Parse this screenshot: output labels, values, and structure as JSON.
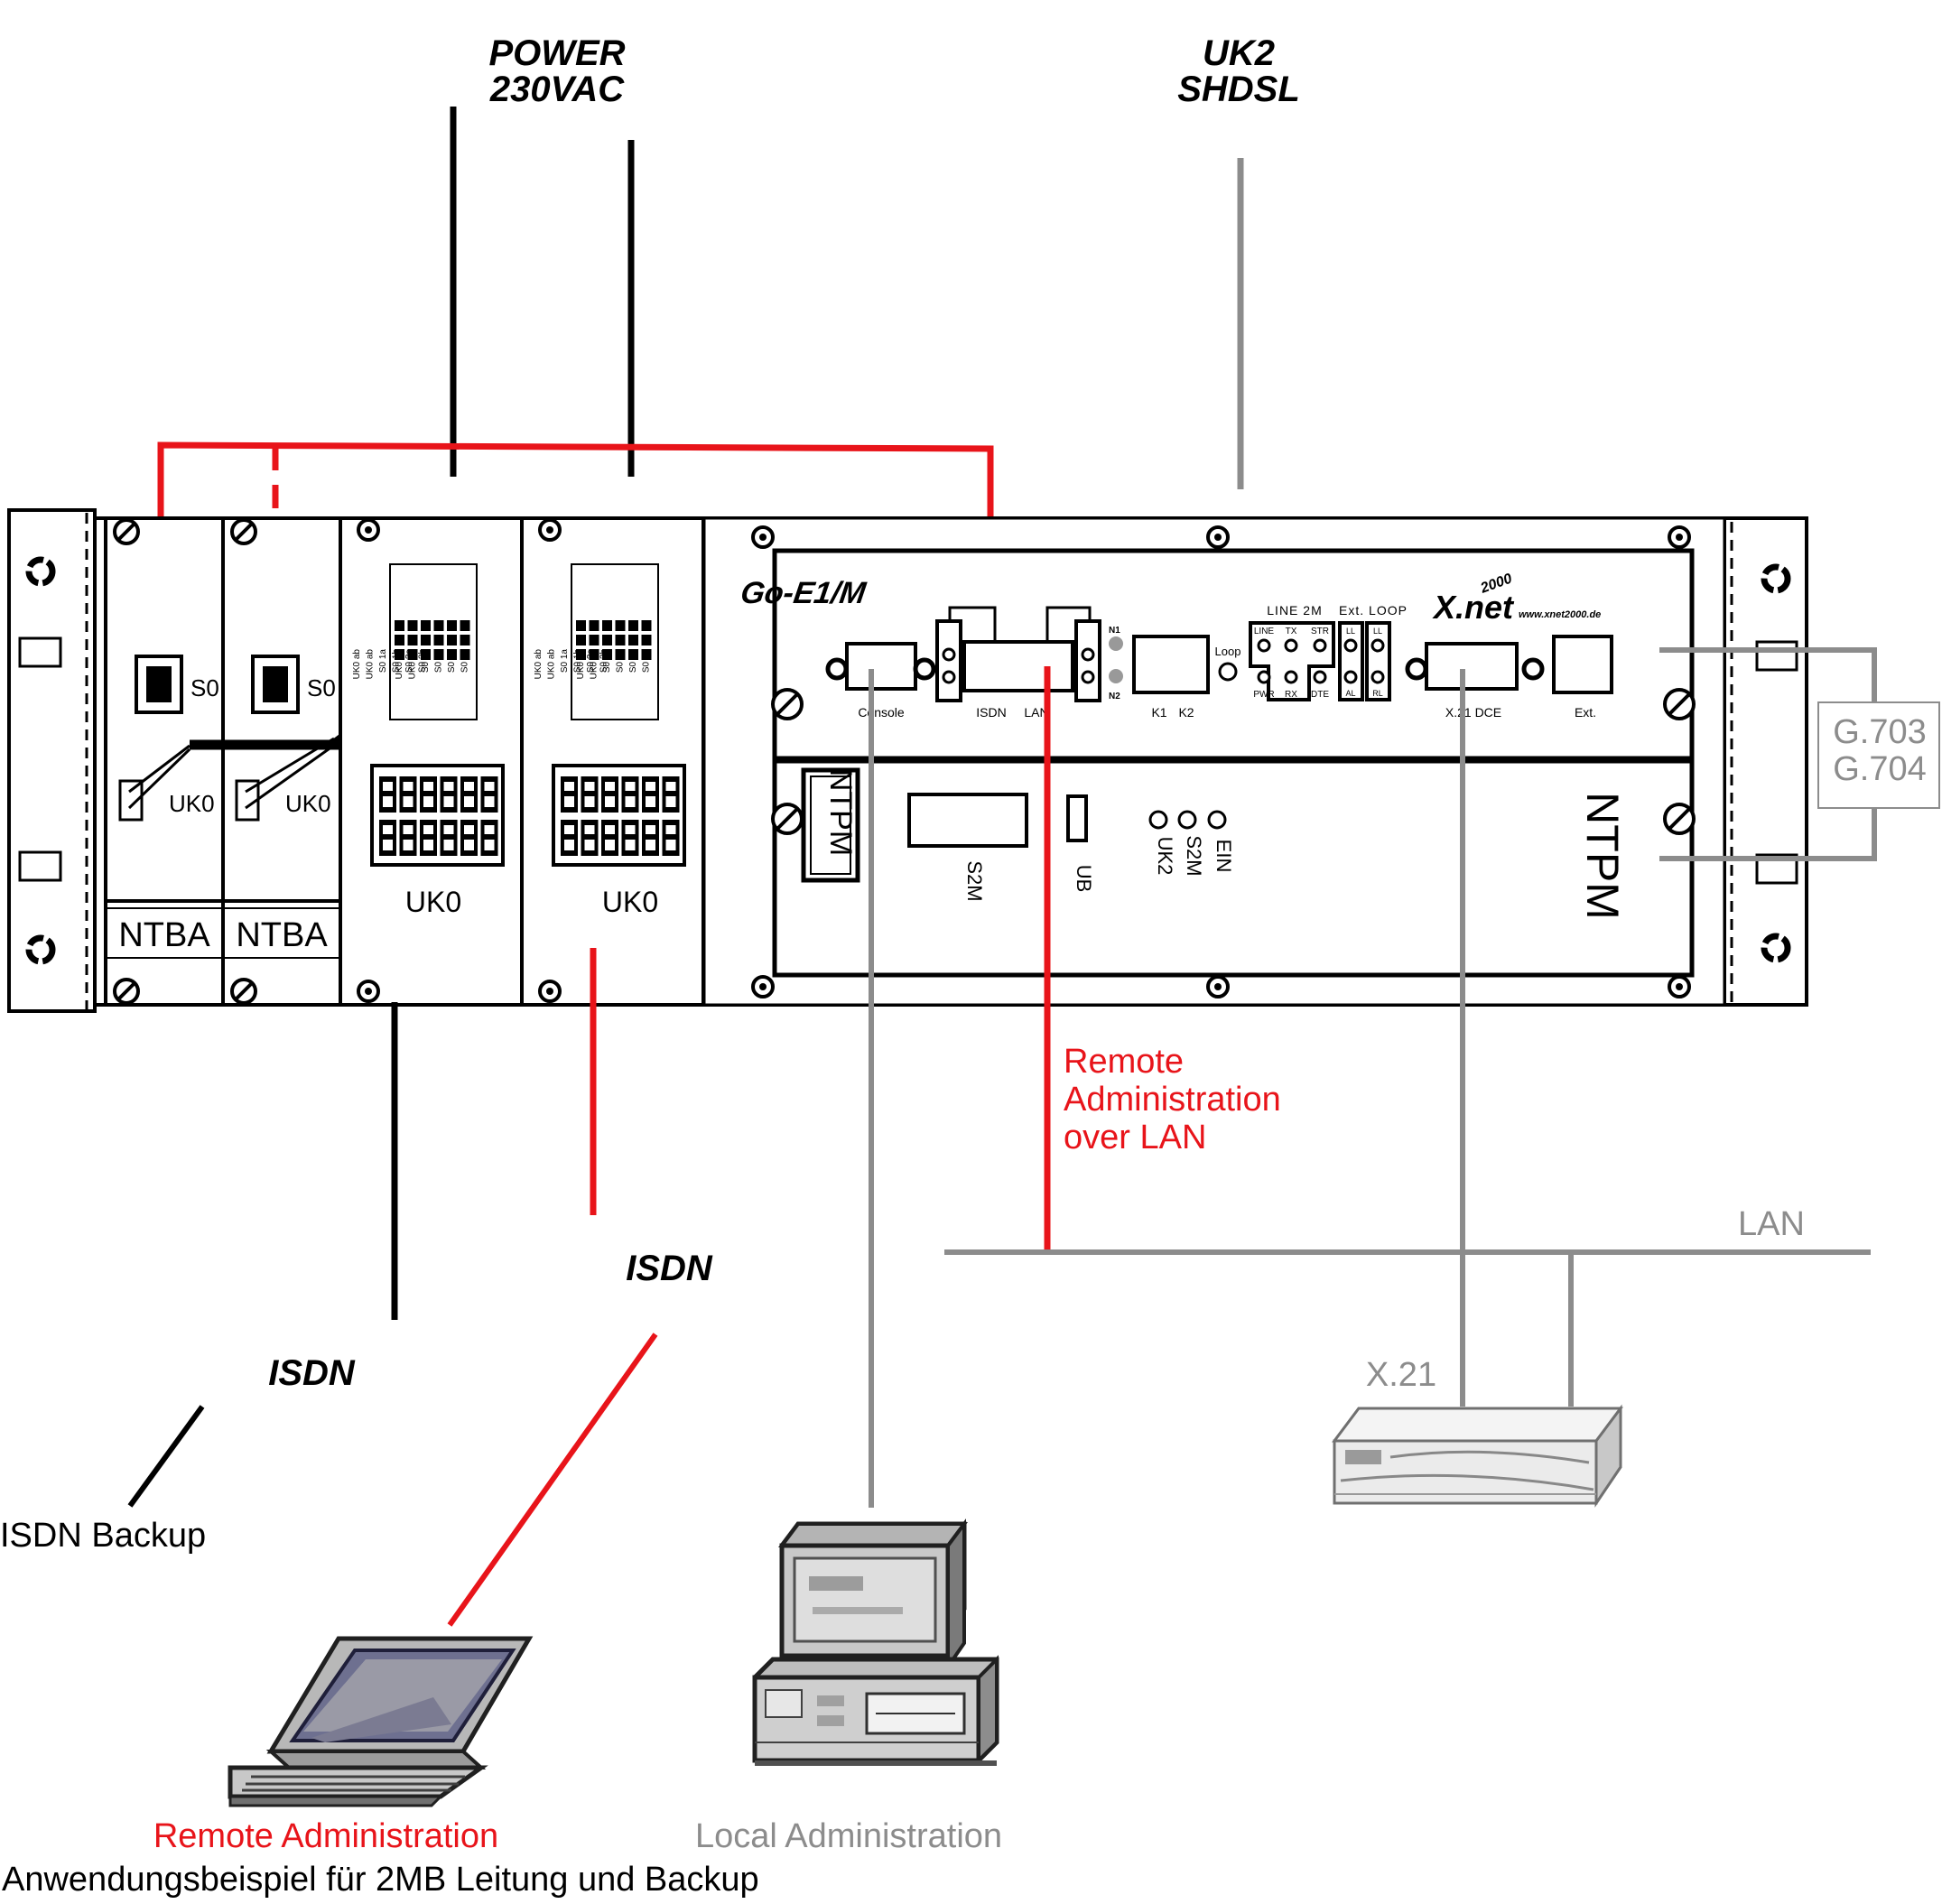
{
  "labels": {
    "power_line1": "POWER",
    "power_line2": "230VAC",
    "uk2_line1": "UK2",
    "uk2_line2": "SHDSL",
    "g703": "G.703",
    "g704": "G.704",
    "lan": "LAN",
    "remote_lan_1": "Remote",
    "remote_lan_2": "Administration",
    "remote_lan_3": "over LAN",
    "isdn_a": "ISDN",
    "isdn_b": "ISDN",
    "isdn_backup": "ISDN Backup",
    "x21": "X.21",
    "remote_admin": "Remote Administration",
    "local_admin": "Local Administration",
    "caption": "Anwendungsbeispiel für 2MB Leitung und Backup"
  },
  "ntba": [
    {
      "so": "S0",
      "uko": "UK0",
      "name": "NTBA"
    },
    {
      "so": "S0",
      "uko": "UK0",
      "name": "NTBA"
    }
  ],
  "terminals": [
    {
      "label": "UK0"
    },
    {
      "label": "UK0"
    }
  ],
  "terminal_strip": {
    "top": [
      "UK0 ab",
      "UK0 ab",
      "S0 1a",
      "S0 1b",
      "S0 2a",
      "S0 2b"
    ],
    "bottom": [
      "UK0 an",
      "UK0 an",
      "S0 1a",
      "S0 1b",
      "S0 2a",
      "S0 2b"
    ]
  },
  "goe1": {
    "brand": "Go-E1/M",
    "xnet": "X.net",
    "year": "2000",
    "url": "www.xnet2000.de",
    "console": "Console",
    "isdn": "ISDN",
    "lan": "LAN",
    "n1": "N1",
    "n2": "N2",
    "k1": "K1",
    "k2": "K2",
    "loop": "Loop",
    "line2m": "LINE 2M",
    "extloop": "Ext. LOOP",
    "led_line": "LINE",
    "led_tx": "TX",
    "led_str": "STR",
    "led_pwr": "PWR",
    "led_rx": "RX",
    "led_dte": "DTE",
    "led_ll": "LL",
    "led_al": "AL",
    "led_rl": "RL",
    "x21dce": "X.21 DCE",
    "ext": "Ext."
  },
  "ntpm": {
    "badge": "NTPM",
    "s2m": "S2M",
    "ub": "UB",
    "uk2": "UK2",
    "s2m_led": "S2M",
    "ein": "EIN",
    "name": "NTPM"
  },
  "colors": {
    "red": "#e8141a",
    "gray": "#8c8c8c",
    "black": "#000000"
  }
}
